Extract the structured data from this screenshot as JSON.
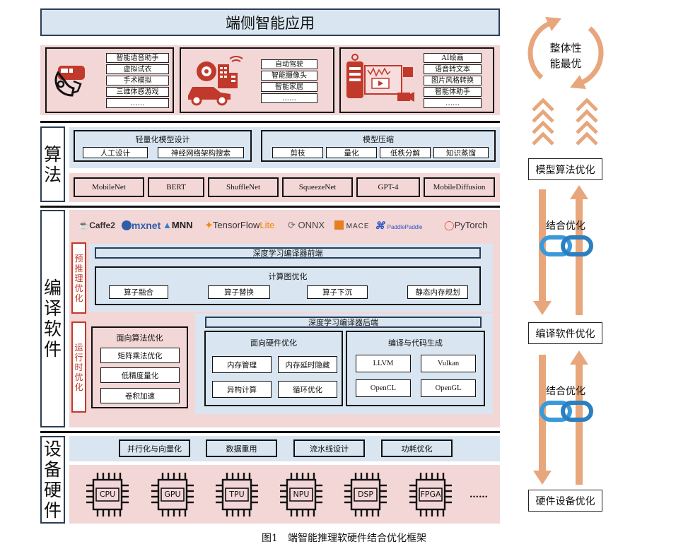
{
  "title": "端侧智能应用",
  "applications": {
    "group1": [
      "智能语音助手",
      "虚拟试衣",
      "手术模拟",
      "三维体感游戏",
      "……"
    ],
    "group2": [
      "自动驾驶",
      "智能摄像头",
      "智能家居",
      "……"
    ],
    "group3": [
      "AI绘画",
      "语音转文本",
      "图片风格转换",
      "智能体助手",
      "……"
    ]
  },
  "algorithm": {
    "side_label": "算法",
    "lightweight": {
      "title": "轻量化模型设计",
      "items": [
        "人工设计",
        "神经网络架构搜索"
      ]
    },
    "compression": {
      "title": "模型压缩",
      "items": [
        "剪枝",
        "量化",
        "低秩分解",
        "知识蒸馏"
      ]
    },
    "models": [
      "MobileNet",
      "BERT",
      "ShuffleNet",
      "SqueezeNet",
      "GPT-4",
      "MobileDiffusion"
    ]
  },
  "compiler": {
    "side_label": "编译软件",
    "logos": {
      "caffe2": "Caffe2",
      "mxnet": "mxnet",
      "mnn": "MNN",
      "tflite_main": "TensorFlow",
      "tflite_suffix": "Lite",
      "onnx": "ONNX",
      "mace": "MACE",
      "paddle": "PaddlePaddle",
      "pytorch": "PyTorch"
    },
    "pre_inference": "预推理优化",
    "runtime": "运行时优化",
    "frontend": "深度学习编译器前端",
    "graph_opt": {
      "title": "计算图优化",
      "items": [
        "算子融合",
        "算子替换",
        "算子下沉",
        "静态内存规划"
      ]
    },
    "backend": "深度学习编译器后端",
    "algo_opt": {
      "title": "面向算法优化",
      "items": [
        "矩阵乘法优化",
        "低精度量化",
        "卷积加速"
      ]
    },
    "hw_opt": {
      "title": "面向硬件优化",
      "items": [
        "内存管理",
        "内存延时隐藏",
        "异构计算",
        "循环优化"
      ]
    },
    "codegen": {
      "title": "编译与代码生成",
      "items": [
        "LLVM",
        "Vulkan",
        "OpenCL",
        "OpenGL"
      ]
    }
  },
  "hardware": {
    "side_label": "设备硬件",
    "techniques": [
      "并行化与向量化",
      "数据重用",
      "流水线设计",
      "功耗优化"
    ],
    "chips": [
      "CPU",
      "GPU",
      "TPU",
      "NPU",
      "DSP",
      "FPGA"
    ],
    "ellipsis": "……"
  },
  "right": {
    "top": "整体性能最优",
    "model_opt": "模型算法优化",
    "combine1": "结合优化",
    "compile_opt": "编译软件优化",
    "combine2": "结合优化",
    "hw_opt": "硬件设备优化"
  },
  "colors": {
    "pink": "#f3d6d6",
    "blue": "#d9e6f1",
    "arrow": "#e8a67c",
    "link": "#3a9ad9",
    "red": "#c0392b"
  },
  "caption": "图1　端智能推理软硬件结合优化框架"
}
